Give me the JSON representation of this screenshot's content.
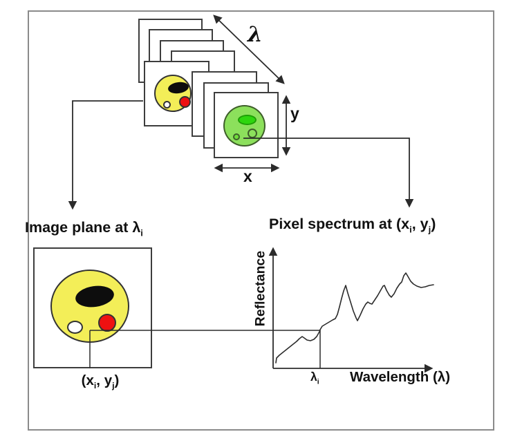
{
  "diagram": {
    "cube": {
      "lambda_label": "λ",
      "y_label": "y",
      "x_label": "x"
    },
    "image_plane": {
      "title": {
        "p1": "Image plane at λ",
        "s1": "i"
      },
      "pixel_label": {
        "p1": "(x",
        "s1": "i",
        "p2": ", y",
        "s2": "j",
        "p3": ")"
      }
    },
    "spectrum": {
      "title": {
        "p1": "Pixel spectrum at (x",
        "s1": "i",
        "p2": ", y",
        "s2": "j",
        "p3": ")"
      },
      "ylabel": "Reflectance",
      "xlabel": "Wavelength (λ)",
      "lambda_tick": {
        "p1": "λ",
        "s1": "i"
      },
      "type": "line",
      "description": "Hand-drawn reflectance spectrum rising with wavelength, small peak before λi then jagged peaks after",
      "curve_points": [
        [
          399,
          525
        ],
        [
          400,
          518
        ],
        [
          404,
          514
        ],
        [
          409,
          510
        ],
        [
          414,
          506
        ],
        [
          419,
          502
        ],
        [
          424,
          498
        ],
        [
          429,
          494
        ],
        [
          433,
          490
        ],
        [
          437,
          487
        ],
        [
          440,
          489
        ],
        [
          444,
          492
        ],
        [
          449,
          493
        ],
        [
          454,
          491
        ],
        [
          458,
          487
        ],
        [
          462,
          480
        ],
        [
          463,
          477
        ],
        [
          466,
          472
        ],
        [
          471,
          469
        ],
        [
          476,
          466
        ],
        [
          481,
          463
        ],
        [
          485,
          461
        ],
        [
          488,
          455
        ],
        [
          491,
          444
        ],
        [
          494,
          432
        ],
        [
          497,
          421
        ],
        [
          500,
          413
        ],
        [
          503,
          424
        ],
        [
          507,
          437
        ],
        [
          511,
          450
        ],
        [
          515,
          460
        ],
        [
          517,
          464
        ],
        [
          521,
          456
        ],
        [
          525,
          447
        ],
        [
          529,
          440
        ],
        [
          532,
          437
        ],
        [
          535,
          439
        ],
        [
          538,
          440
        ],
        [
          542,
          434
        ],
        [
          546,
          428
        ],
        [
          550,
          421
        ],
        [
          554,
          414
        ],
        [
          556,
          413
        ],
        [
          559,
          420
        ],
        [
          563,
          427
        ],
        [
          566,
          430
        ],
        [
          570,
          425
        ],
        [
          574,
          417
        ],
        [
          578,
          411
        ],
        [
          581,
          408
        ],
        [
          584,
          399
        ],
        [
          587,
          395
        ],
        [
          590,
          400
        ],
        [
          594,
          407
        ],
        [
          598,
          411
        ],
        [
          603,
          414
        ],
        [
          609,
          416
        ],
        [
          615,
          415
        ],
        [
          621,
          413
        ],
        [
          627,
          412
        ]
      ]
    },
    "colors": {
      "cell_yellow": "#f3ee58",
      "cell_red": "#ee1111",
      "nucleus_black": "#0d0d0d",
      "cell_white": "#ffffff",
      "cell_green": "#8ce05c",
      "organelle_green": "#2ed60e",
      "small_green": "#6ede3a",
      "line": "#2b2b2b",
      "frame": "#8a8a8a"
    }
  }
}
